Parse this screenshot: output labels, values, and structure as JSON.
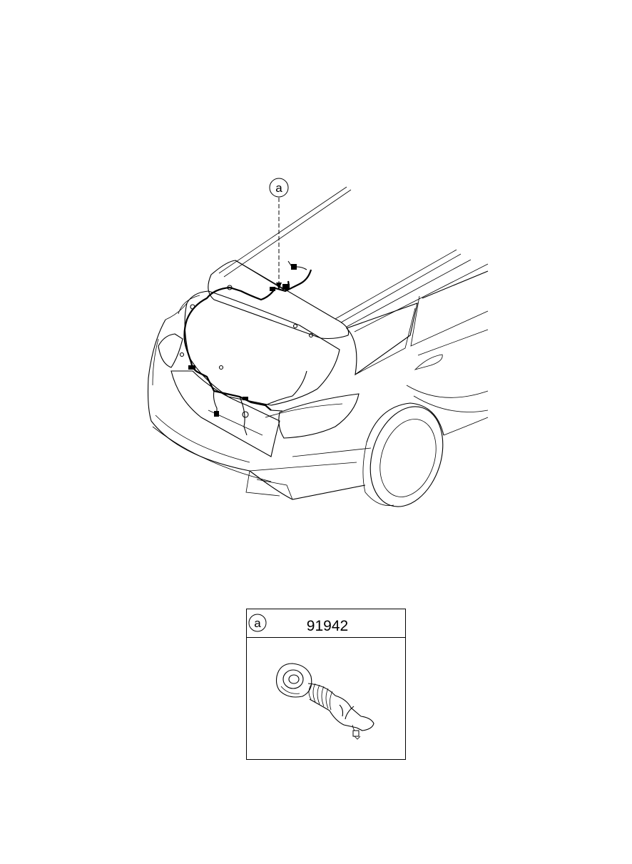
{
  "callout": {
    "letter": "a"
  },
  "legend": {
    "letter": "a",
    "part_number": "91942"
  }
}
